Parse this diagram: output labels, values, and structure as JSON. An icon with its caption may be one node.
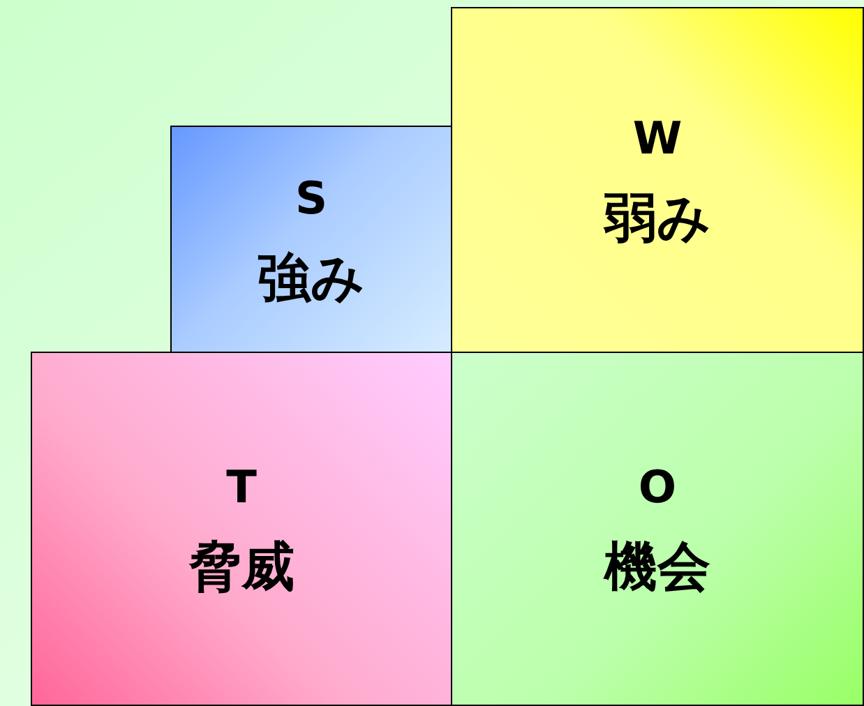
{
  "diagram": {
    "nodes": [
      {
        "text": [
          "S",
          "強み"
        ]
      },
      {
        "text": [
          "W",
          "弱み"
        ]
      },
      {
        "text": [
          "T",
          "脅威"
        ]
      },
      {
        "text": [
          "O",
          "機会"
        ]
      }
    ]
  }
}
